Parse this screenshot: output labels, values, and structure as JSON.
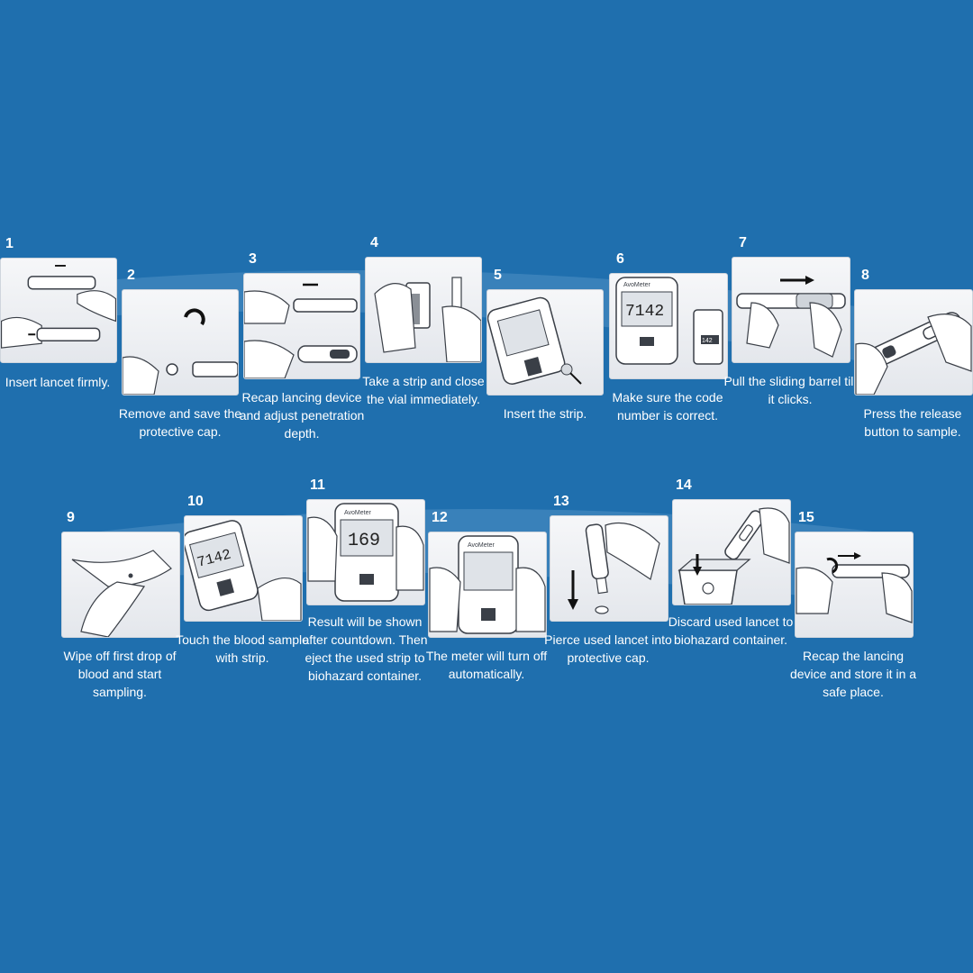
{
  "brand": "AvoMeter",
  "colors": {
    "background": "#1f6fae",
    "band": "#4f8fc4",
    "panel": "#eef0f3",
    "ink": "#3a3f47"
  },
  "steps": [
    {
      "number": "1",
      "caption": "Insert lancet firmly."
    },
    {
      "number": "2",
      "caption": "Remove and save the protective cap."
    },
    {
      "number": "3",
      "caption": "Recap lancing device and adjust penetration depth."
    },
    {
      "number": "4",
      "caption": "Take a strip and close the vial immediately."
    },
    {
      "number": "5",
      "caption": "Insert the strip."
    },
    {
      "number": "6",
      "caption": "Make sure the code number is correct.",
      "display": "7142",
      "code_tag": "142"
    },
    {
      "number": "7",
      "caption": "Pull the sliding barrel till it clicks."
    },
    {
      "number": "8",
      "caption": "Press the release button to sample."
    },
    {
      "number": "9",
      "caption": "Wipe off first drop of blood and start sampling."
    },
    {
      "number": "10",
      "caption": "Touch the blood sample with strip.",
      "display": "7142"
    },
    {
      "number": "11",
      "caption": "Result will be shown after countdown. Then eject the used strip to biohazard container.",
      "display": "169"
    },
    {
      "number": "12",
      "caption": "The meter will turn off automatically."
    },
    {
      "number": "13",
      "caption": "Pierce used lancet into protective cap."
    },
    {
      "number": "14",
      "caption": "Discard used lancet to biohazard container."
    },
    {
      "number": "15",
      "caption": "Recap the lancing device and store it in a safe place."
    }
  ]
}
